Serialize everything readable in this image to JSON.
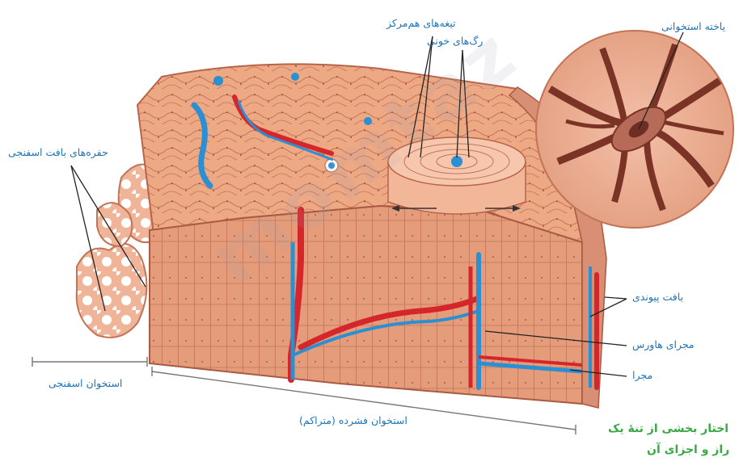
{
  "labels": {
    "concentric_lamellae": "تیغه‌های هم‌مرکز",
    "blood_vessels": "رگ‌های خونی",
    "bone_cell": "یاخته استخوانی",
    "spongy_cavities": "حفره‌های بافت اسفنجی",
    "connective_tissue": "بافت پیوندی",
    "haversian_canal": "مجرای هاورس",
    "canal": "مجرا",
    "spongy_bone": "استخوان اسفنجی",
    "compact_bone": "استخوان فشرده (متراکم)"
  },
  "caption": {
    "line1": "اختار بخشی از تنهٔ یک",
    "line2": "راز و اجزای آن"
  },
  "watermark": "momtaz",
  "colors": {
    "label_blue": "#1f74b8",
    "caption_green": "#3aa845",
    "bone_peach": "#e9a27f",
    "bone_line": "#b8644a",
    "artery_red": "#d5262b",
    "vein_blue": "#2a8fd3"
  }
}
